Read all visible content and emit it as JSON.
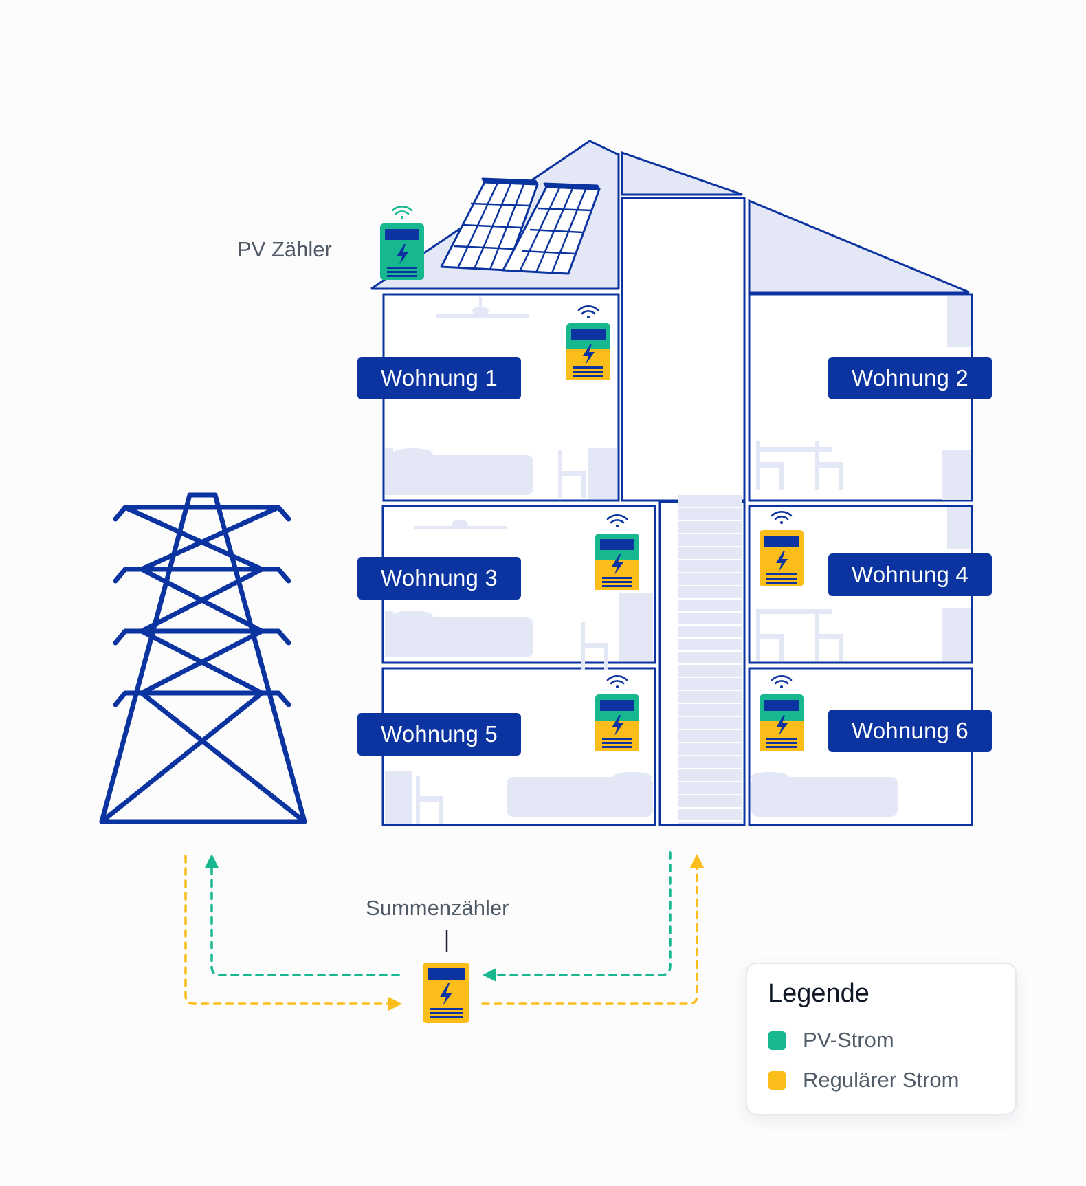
{
  "labels": {
    "pv_meter": "PV Zähler",
    "sum_meter": "Summenzähler"
  },
  "apartments": [
    {
      "label": "Wohnung 1"
    },
    {
      "label": "Wohnung 2"
    },
    {
      "label": "Wohnung 3"
    },
    {
      "label": "Wohnung 4"
    },
    {
      "label": "Wohnung 5"
    },
    {
      "label": "Wohnung 6"
    }
  ],
  "legend": {
    "title": "Legende",
    "items": [
      {
        "label": "PV-Strom",
        "color": "#17b890"
      },
      {
        "label": "Regulärer Strom",
        "color": "#fbbd1a"
      }
    ]
  },
  "colors": {
    "primary": "#0b34a0",
    "pv": "#17b890",
    "regular": "#fbbd1a",
    "fill": "#e3e7f6"
  },
  "icons": [
    "solar-panel-icon",
    "power-pylon-icon",
    "smart-meter-icon",
    "wifi-icon",
    "lightning-icon"
  ]
}
